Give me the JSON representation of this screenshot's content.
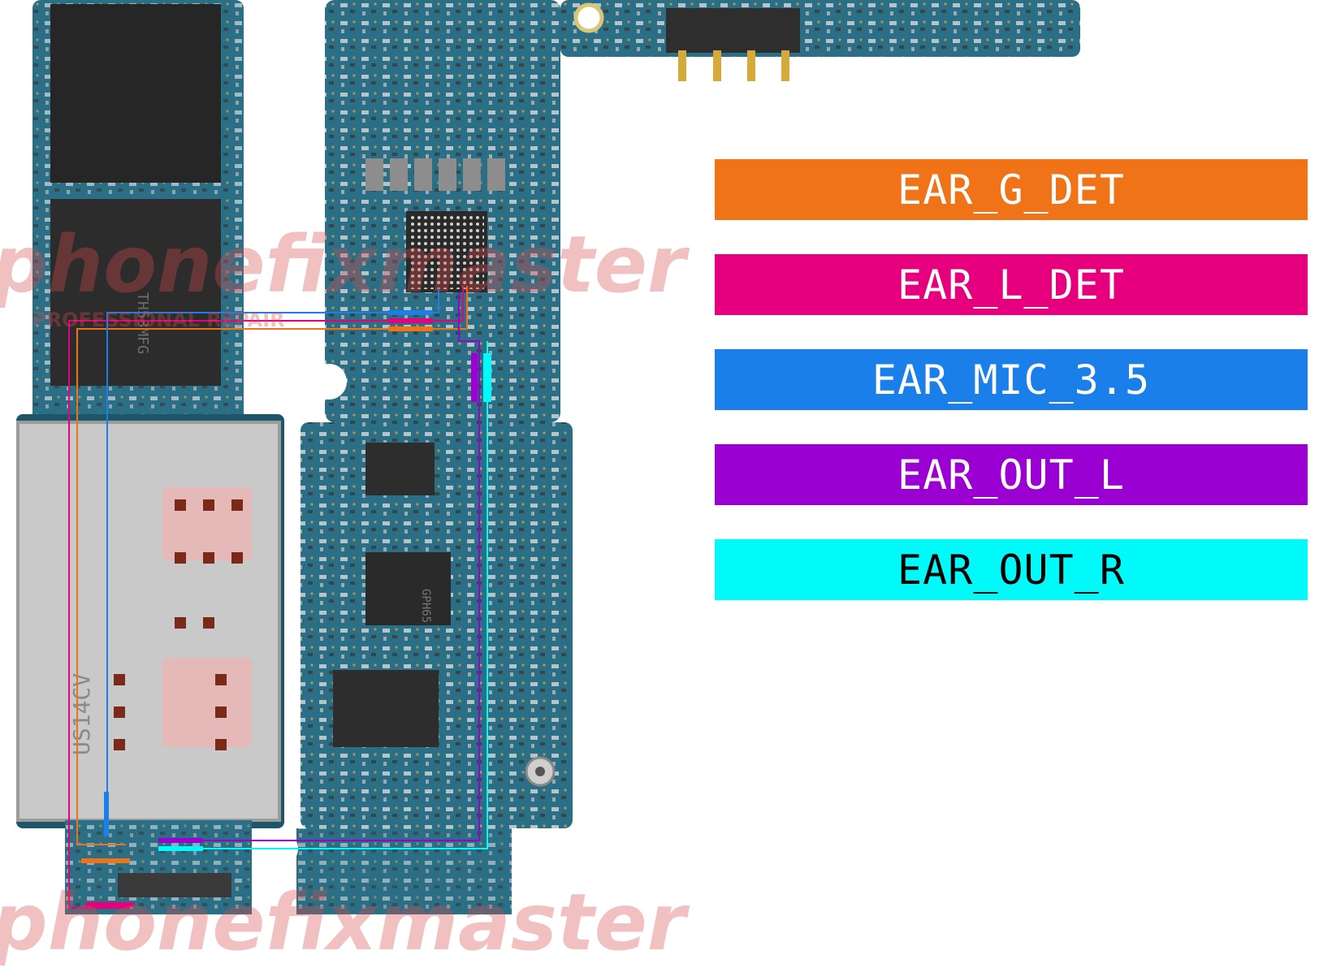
{
  "legend": [
    {
      "label": "EAR_G_DET",
      "color": "#f07318",
      "text_color": "#ffffff"
    },
    {
      "label": "EAR_L_DET",
      "color": "#e6007e",
      "text_color": "#ffffff"
    },
    {
      "label": "EAR_MIC_3.5",
      "color": "#1a7fe8",
      "text_color": "#ffffff"
    },
    {
      "label": "EAR_OUT_L",
      "color": "#9b00d2",
      "text_color": "#ffffff"
    },
    {
      "label": "EAR_OUT_R",
      "color": "#00fafa",
      "text_color": "#000000"
    }
  ],
  "watermark": {
    "brand": "phonefixmaster",
    "tagline": "PROFESSIONAL REPAIR"
  },
  "board_colors": {
    "pcb": "#2b6f86",
    "pcb_dark": "#1f5569",
    "shield": "#c9c9c9",
    "chip": "#2a2a2a",
    "gold": "#d6a93b"
  }
}
